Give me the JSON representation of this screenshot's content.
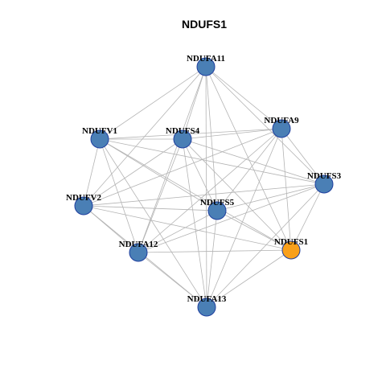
{
  "title": "NDUFS1",
  "colors": {
    "node_default": "#4a7fb5",
    "node_focus": "#f9a01b",
    "node_focus_stroke": "#7a4a00",
    "node_stroke": "#1f3f9f",
    "edge": "#b4b4b4"
  },
  "nodes": [
    {
      "id": "NDUFA11",
      "label": "NDUFA11",
      "focus": false
    },
    {
      "id": "NDUFV1",
      "label": "NDUFV1",
      "focus": false
    },
    {
      "id": "NDUFS4",
      "label": "NDUFS4",
      "focus": false
    },
    {
      "id": "NDUFA9",
      "label": "NDUFA9",
      "focus": false
    },
    {
      "id": "NDUFS3",
      "label": "NDUFS3",
      "focus": false
    },
    {
      "id": "NDUFV2",
      "label": "NDUFV2",
      "focus": false
    },
    {
      "id": "NDUFS5",
      "label": "NDUFS5",
      "focus": false
    },
    {
      "id": "NDUFS1",
      "label": "NDUFS1",
      "focus": true
    },
    {
      "id": "NDUFA12",
      "label": "NDUFA12",
      "focus": false
    },
    {
      "id": "NDUFA13",
      "label": "NDUFA13",
      "focus": false
    }
  ],
  "edges": [
    [
      "NDUFA11",
      "NDUFV1"
    ],
    [
      "NDUFA11",
      "NDUFS4"
    ],
    [
      "NDUFA11",
      "NDUFA9"
    ],
    [
      "NDUFA11",
      "NDUFS3"
    ],
    [
      "NDUFA11",
      "NDUFV2"
    ],
    [
      "NDUFA11",
      "NDUFS5"
    ],
    [
      "NDUFA11",
      "NDUFS1"
    ],
    [
      "NDUFA11",
      "NDUFA12"
    ],
    [
      "NDUFA11",
      "NDUFA13"
    ],
    [
      "NDUFV1",
      "NDUFS4"
    ],
    [
      "NDUFV1",
      "NDUFA9"
    ],
    [
      "NDUFV1",
      "NDUFS3"
    ],
    [
      "NDUFV1",
      "NDUFV2"
    ],
    [
      "NDUFV1",
      "NDUFS5"
    ],
    [
      "NDUFV1",
      "NDUFS1"
    ],
    [
      "NDUFV1",
      "NDUFA12"
    ],
    [
      "NDUFV1",
      "NDUFA13"
    ],
    [
      "NDUFS4",
      "NDUFA9"
    ],
    [
      "NDUFS4",
      "NDUFS3"
    ],
    [
      "NDUFS4",
      "NDUFV2"
    ],
    [
      "NDUFS4",
      "NDUFS5"
    ],
    [
      "NDUFS4",
      "NDUFS1"
    ],
    [
      "NDUFS4",
      "NDUFA12"
    ],
    [
      "NDUFS4",
      "NDUFA13"
    ],
    [
      "NDUFA9",
      "NDUFS3"
    ],
    [
      "NDUFA9",
      "NDUFV2"
    ],
    [
      "NDUFA9",
      "NDUFS5"
    ],
    [
      "NDUFA9",
      "NDUFS1"
    ],
    [
      "NDUFA9",
      "NDUFA12"
    ],
    [
      "NDUFA9",
      "NDUFA13"
    ],
    [
      "NDUFS3",
      "NDUFV2"
    ],
    [
      "NDUFS3",
      "NDUFS5"
    ],
    [
      "NDUFS3",
      "NDUFS1"
    ],
    [
      "NDUFS3",
      "NDUFA12"
    ],
    [
      "NDUFS3",
      "NDUFA13"
    ],
    [
      "NDUFV2",
      "NDUFS5"
    ],
    [
      "NDUFV2",
      "NDUFS1"
    ],
    [
      "NDUFV2",
      "NDUFA12"
    ],
    [
      "NDUFV2",
      "NDUFA13"
    ],
    [
      "NDUFS5",
      "NDUFS1"
    ],
    [
      "NDUFS5",
      "NDUFA12"
    ],
    [
      "NDUFS5",
      "NDUFA13"
    ],
    [
      "NDUFS1",
      "NDUFA12"
    ],
    [
      "NDUFS1",
      "NDUFA13"
    ],
    [
      "NDUFA12",
      "NDUFA13"
    ]
  ]
}
